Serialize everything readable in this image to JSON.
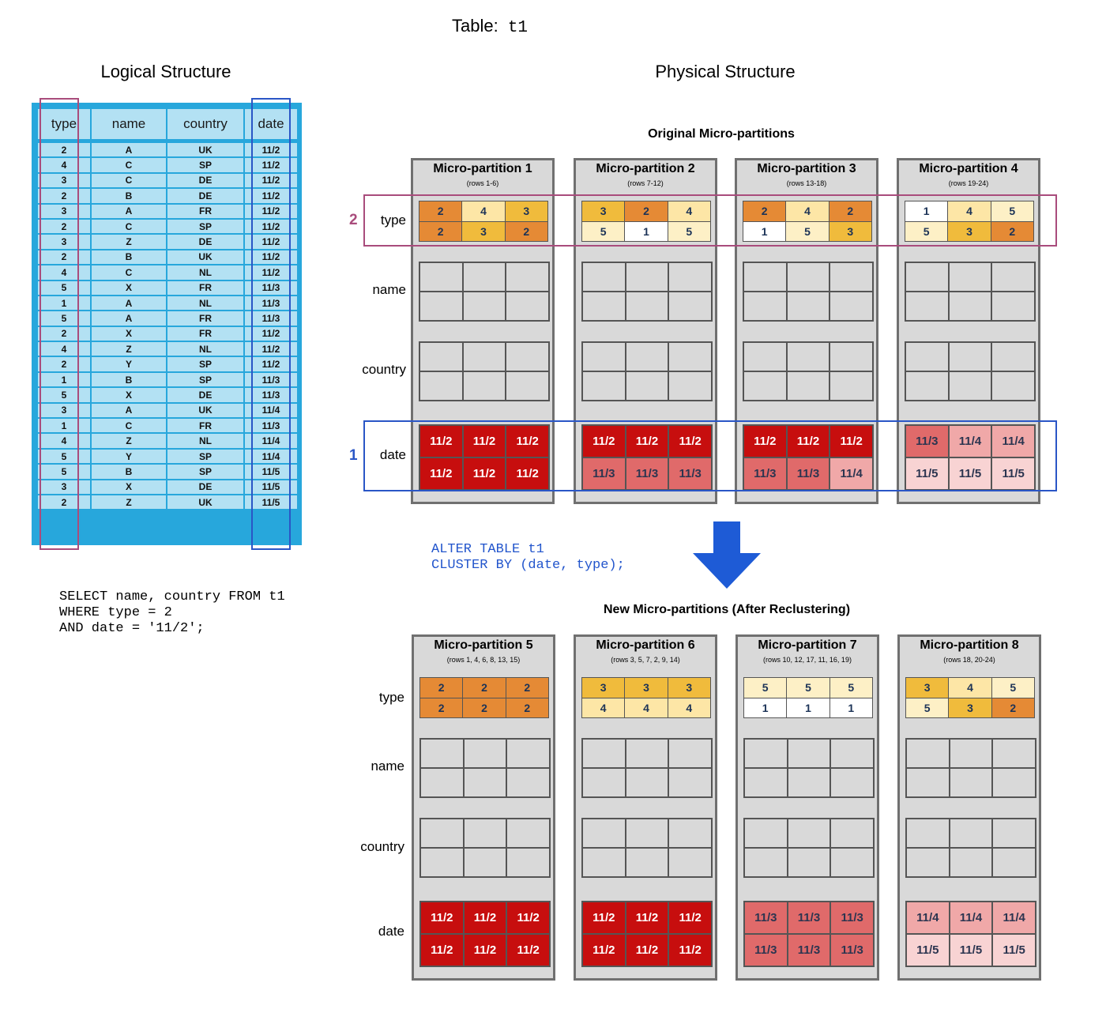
{
  "page_title": {
    "label": "Table:",
    "table": "t1"
  },
  "logical": {
    "title": "Logical Structure",
    "columns": [
      "type",
      "name",
      "country",
      "date"
    ],
    "rows": [
      [
        "2",
        "A",
        "UK",
        "11/2"
      ],
      [
        "4",
        "C",
        "SP",
        "11/2"
      ],
      [
        "3",
        "C",
        "DE",
        "11/2"
      ],
      [
        "2",
        "B",
        "DE",
        "11/2"
      ],
      [
        "3",
        "A",
        "FR",
        "11/2"
      ],
      [
        "2",
        "C",
        "SP",
        "11/2"
      ],
      [
        "3",
        "Z",
        "DE",
        "11/2"
      ],
      [
        "2",
        "B",
        "UK",
        "11/2"
      ],
      [
        "4",
        "C",
        "NL",
        "11/2"
      ],
      [
        "5",
        "X",
        "FR",
        "11/3"
      ],
      [
        "1",
        "A",
        "NL",
        "11/3"
      ],
      [
        "5",
        "A",
        "FR",
        "11/3"
      ],
      [
        "2",
        "X",
        "FR",
        "11/2"
      ],
      [
        "4",
        "Z",
        "NL",
        "11/2"
      ],
      [
        "2",
        "Y",
        "SP",
        "11/2"
      ],
      [
        "1",
        "B",
        "SP",
        "11/3"
      ],
      [
        "5",
        "X",
        "DE",
        "11/3"
      ],
      [
        "3",
        "A",
        "UK",
        "11/4"
      ],
      [
        "1",
        "C",
        "FR",
        "11/3"
      ],
      [
        "4",
        "Z",
        "NL",
        "11/4"
      ],
      [
        "5",
        "Y",
        "SP",
        "11/4"
      ],
      [
        "5",
        "B",
        "SP",
        "11/5"
      ],
      [
        "3",
        "X",
        "DE",
        "11/5"
      ],
      [
        "2",
        "Z",
        "UK",
        "11/5"
      ]
    ]
  },
  "sql_query": "SELECT name, country FROM t1\nWHERE type = 2\nAND date = '11/2';",
  "physical": {
    "title": "Physical Structure",
    "original_title": "Original Micro-partitions",
    "new_title": "New Micro-partitions (After Reclustering)",
    "alter_statement": "ALTER TABLE t1\nCLUSTER BY (date, type);",
    "row_labels": {
      "type": "type",
      "name": "name",
      "country": "country",
      "date": "date"
    },
    "highlight_labels": {
      "type": "2",
      "date": "1"
    },
    "original_partitions": [
      {
        "title": "Micro-partition 1",
        "rows": "(rows 1-6)",
        "type": [
          "2",
          "4",
          "3",
          "2",
          "3",
          "2"
        ],
        "date": [
          "11/2",
          "11/2",
          "11/2",
          "11/2",
          "11/2",
          "11/2"
        ]
      },
      {
        "title": "Micro-partition 2",
        "rows": "(rows 7-12)",
        "type": [
          "3",
          "2",
          "4",
          "5",
          "1",
          "5"
        ],
        "date": [
          "11/2",
          "11/2",
          "11/2",
          "11/3",
          "11/3",
          "11/3"
        ]
      },
      {
        "title": "Micro-partition 3",
        "rows": "(rows 13-18)",
        "type": [
          "2",
          "4",
          "2",
          "1",
          "5",
          "3"
        ],
        "date": [
          "11/2",
          "11/2",
          "11/2",
          "11/3",
          "11/3",
          "11/4"
        ]
      },
      {
        "title": "Micro-partition 4",
        "rows": "(rows 19-24)",
        "type": [
          "1",
          "4",
          "5",
          "5",
          "3",
          "2"
        ],
        "date": [
          "11/3",
          "11/4",
          "11/4",
          "11/5",
          "11/5",
          "11/5"
        ]
      }
    ],
    "new_partitions": [
      {
        "title": "Micro-partition 5",
        "rows": "(rows 1, 4, 6, 8, 13, 15)",
        "type": [
          "2",
          "2",
          "2",
          "2",
          "2",
          "2"
        ],
        "date": [
          "11/2",
          "11/2",
          "11/2",
          "11/2",
          "11/2",
          "11/2"
        ]
      },
      {
        "title": "Micro-partition 6",
        "rows": "(rows 3, 5, 7, 2, 9, 14)",
        "type": [
          "3",
          "3",
          "3",
          "4",
          "4",
          "4"
        ],
        "date": [
          "11/2",
          "11/2",
          "11/2",
          "11/2",
          "11/2",
          "11/2"
        ]
      },
      {
        "title": "Micro-partition 7",
        "rows": "(rows 10, 12, 17, 11, 16, 19)",
        "type": [
          "5",
          "5",
          "5",
          "1",
          "1",
          "1"
        ],
        "date": [
          "11/3",
          "11/3",
          "11/3",
          "11/3",
          "11/3",
          "11/3"
        ]
      },
      {
        "title": "Micro-partition 8",
        "rows": "(rows 18, 20-24)",
        "type": [
          "3",
          "4",
          "5",
          "5",
          "3",
          "2"
        ],
        "date": [
          "11/4",
          "11/4",
          "11/4",
          "11/5",
          "11/5",
          "11/5"
        ]
      }
    ],
    "colors": {
      "type": {
        "1": "#ffffff",
        "2": "#e58a35",
        "3": "#f0bb3c",
        "4": "#fde6a6",
        "5": "#fdf0c6"
      },
      "date": {
        "11/2": "#c70e0e",
        "11/3": "#e06a6a",
        "11/4": "#f0a8a8",
        "11/5": "#f8d3d3"
      },
      "date_text": {
        "11/2": "#ffffff",
        "11/3": "#2c3550",
        "11/4": "#2c3550",
        "11/5": "#2c3550"
      },
      "highlight_type": "#a94c7c",
      "highlight_date": "#2a56c6",
      "arrow": "#1e5bd6"
    }
  }
}
